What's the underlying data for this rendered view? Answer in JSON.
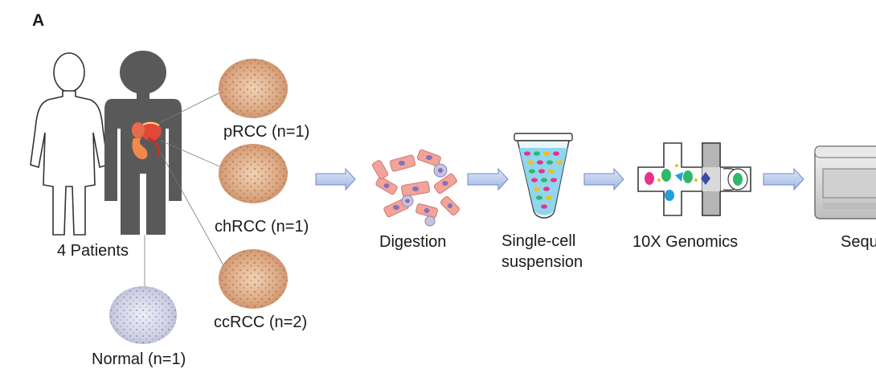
{
  "panel_label": "A",
  "patients": {
    "label": "4 Patients"
  },
  "samples": {
    "prcc": "pRCC (n=1)",
    "chrcc": "chRCC (n=1)",
    "ccrcc": "ccRCC (n=2)",
    "normal": "Normal (n=1)"
  },
  "steps": {
    "digestion": "Digestion",
    "suspension_line1": "Single-cell",
    "suspension_line2": "suspension",
    "genomics": "10X Genomics",
    "sequencing": "Sequ"
  },
  "colors": {
    "silhouette": "#595959",
    "tissue_ihc": "#d9a27a",
    "tissue_normal": "#b9b9d6",
    "arrow": "#a9bde6",
    "cell": "#f2a39a",
    "nucleus": "#8a7fc0"
  }
}
